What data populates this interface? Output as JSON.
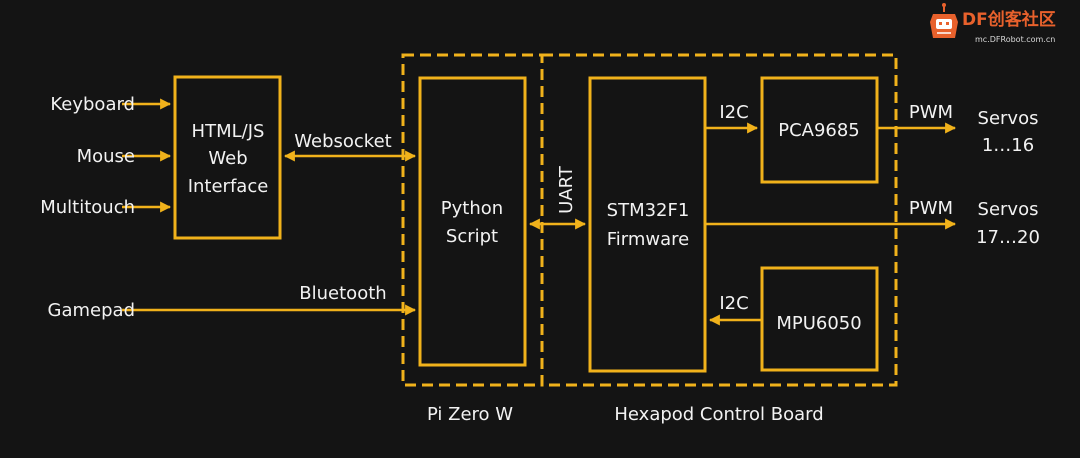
{
  "colors": {
    "background": "#141414",
    "accent": "#f1b21b",
    "text": "#f2f2f2",
    "logo": "#e8612c"
  },
  "logo": {
    "brand": "DF创客社区",
    "url": "mc.DFRobot.com.cn",
    "icon": "robot-head-icon"
  },
  "inputs": {
    "keyboard": "Keyboard",
    "mouse": "Mouse",
    "multitouch": "Multitouch",
    "gamepad": "Gamepad"
  },
  "blocks": {
    "web_interface": [
      "HTML/JS",
      "Web",
      "Interface"
    ],
    "python_script": [
      "Python",
      "Script"
    ],
    "firmware": [
      "STM32F1",
      "Firmware"
    ],
    "pca": "PCA9685",
    "mpu": "MPU6050"
  },
  "links": {
    "websocket": "Websocket",
    "bluetooth": "Bluetooth",
    "uart": "UART",
    "i2c_top": "I2C",
    "i2c_bottom": "I2C",
    "pwm_top": "PWM",
    "pwm_mid": "PWM"
  },
  "outputs": {
    "servos_a": [
      "Servos",
      "1…16"
    ],
    "servos_b": [
      "Servos",
      "17…20"
    ]
  },
  "groups": {
    "pi": "Pi Zero W",
    "board": "Hexapod Control Board"
  }
}
